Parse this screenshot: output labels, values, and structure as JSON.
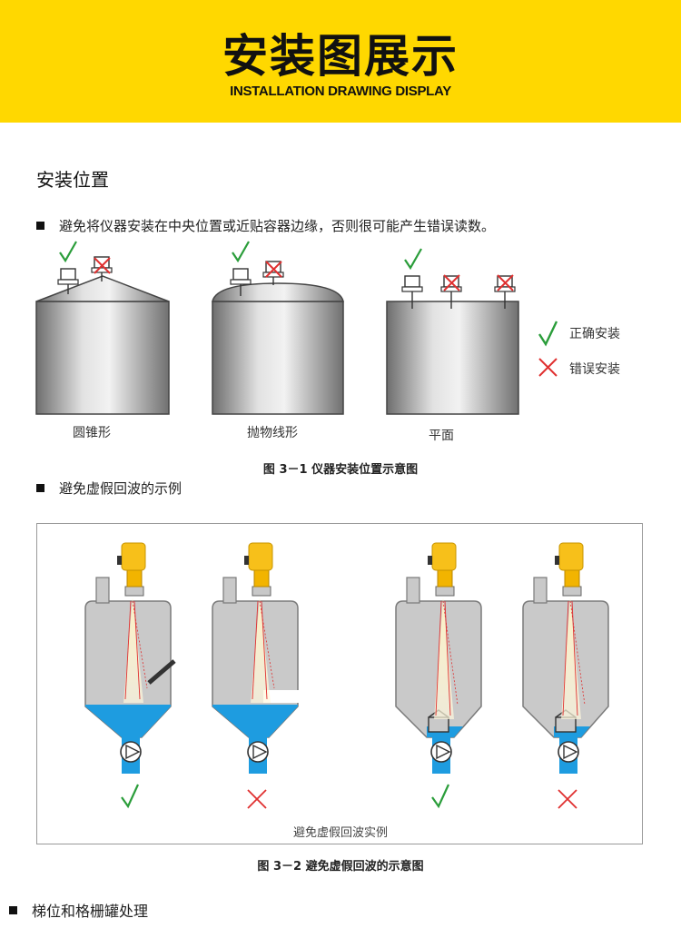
{
  "banner": {
    "title": "安装图展示",
    "subtitle": "INSTALLATION DRAWING DISPLAY",
    "color": "#ffd800"
  },
  "section1": {
    "title": "安装位置",
    "bullet": "避免将仪器安装在中央位置或近贴容器边缘，否则很可能产生错误读数。",
    "tank_labels": [
      "圆锥形",
      "抛物线形",
      "平面"
    ],
    "legend": [
      {
        "icon": "check-icon",
        "label": "正确安装",
        "color": "#2a9d3a"
      },
      {
        "icon": "cross-icon",
        "label": "错误安装",
        "color": "#e03030"
      }
    ],
    "caption": "图 3－1 仪器安装位置示意图"
  },
  "section2": {
    "bullet": "避免虚假回波的示例",
    "frame_label": "避免虚假回波实例",
    "caption": "图 3－2 避免虚假回波的示意图",
    "results": [
      "check-icon",
      "cross-icon",
      "check-icon",
      "cross-icon"
    ]
  },
  "section3": {
    "bullet": "梯位和格栅罐处理"
  }
}
